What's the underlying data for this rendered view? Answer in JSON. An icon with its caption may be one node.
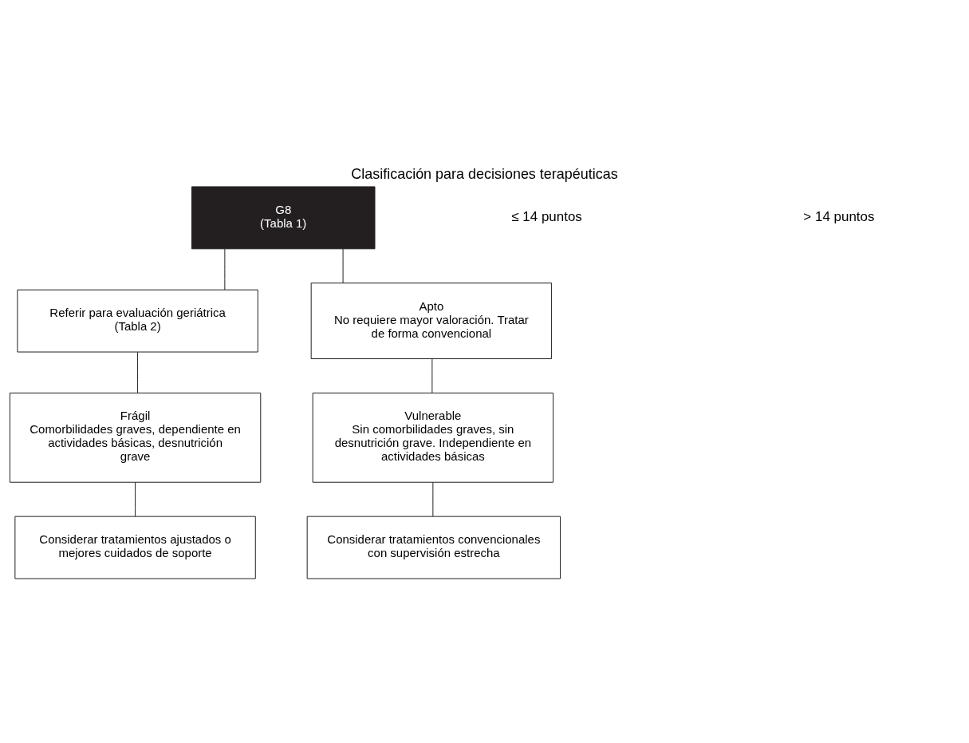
{
  "diagram": {
    "title": "Clasificación para decisiones terapéuticas",
    "nodes": [
      {
        "text": [
          "G8",
          "(Tabla 1)"
        ]
      },
      {
        "text": [
          "Referir para evaluación geriátrica (Tabla 2)"
        ]
      },
      {
        "text": [
          "Apto",
          "No requiere mayor valoración. Tratar de forma convencional"
        ]
      },
      {
        "text": [
          "Frágil",
          "Comorbilidades graves, dependiente en actividades básicas, desnutrición grave"
        ]
      },
      {
        "text": [
          "Vulnerable",
          "Sin comorbilidades graves, sin desnutrición grave. Independiente en actividades básicas"
        ]
      },
      {
        "text": [
          "Considerar tratamientos ajustados o mejores cuidados de soporte"
        ]
      },
      {
        "text": [
          "Considerar tratamientos convencionales con supervisión estrecha"
        ]
      }
    ],
    "edges": [
      {
        "from": 0,
        "to": 1,
        "arrow": "none"
      },
      {
        "from": 0,
        "to": 2,
        "arrow": "none"
      },
      {
        "from": 1,
        "to": 3,
        "arrow": "none"
      },
      {
        "from": 2,
        "to": 4,
        "arrow": "none"
      },
      {
        "from": 3,
        "to": 5,
        "arrow": "none"
      },
      {
        "from": 4,
        "to": 6,
        "arrow": "none"
      }
    ],
    "labels": [
      "≤ 14 puntos",
      "> 14 puntos"
    ]
  }
}
